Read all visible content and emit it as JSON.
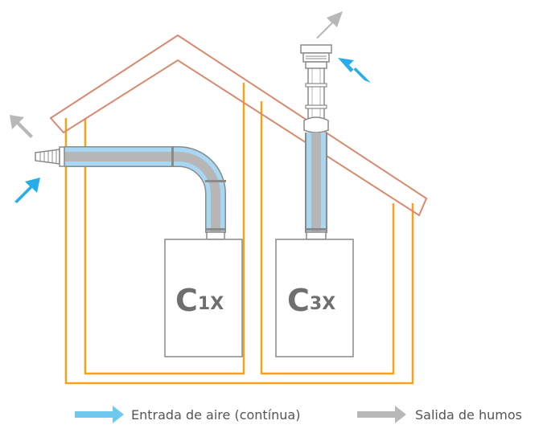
{
  "boilers": [
    {
      "letter": "C",
      "index": "1X"
    },
    {
      "letter": "C",
      "index": "3X"
    }
  ],
  "legend": {
    "air_intake": "Entrada de aire (contínua)",
    "exhaust": "Salida de humos"
  },
  "colors": {
    "wall": "#f7a21b",
    "roof": "#d68a6e",
    "air": "#27aee8",
    "exhaust": "#b8b8b8",
    "pipe_inner": "#b6b6b6",
    "pipe_outer": "#a7d7f2",
    "boiler_outline": "#8a8a8a",
    "label": "#6f6f6f"
  }
}
